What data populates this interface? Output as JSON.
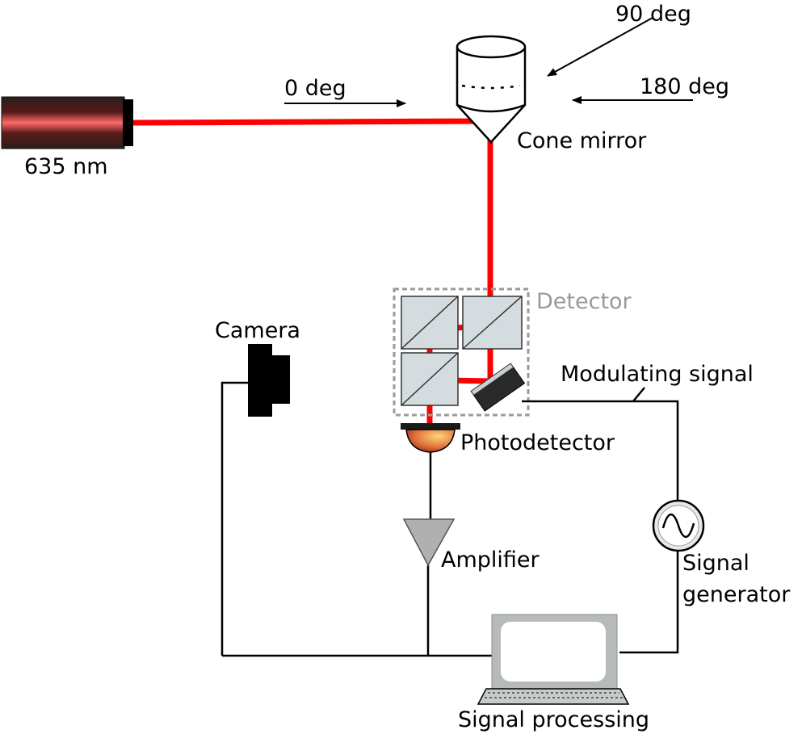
{
  "labels": {
    "laser_wavelength": "635 nm",
    "angle_0": "0 deg",
    "angle_90": "90 deg",
    "angle_180": "180 deg",
    "cone_mirror": "Cone mirror",
    "detector": "Detector",
    "camera": "Camera",
    "modulating_signal": "Modulating signal",
    "photodetector": "Photodetector",
    "amplifier": "Amplifier",
    "signal_generator_line1": "Signal",
    "signal_generator_line2": "generator",
    "signal_processing": "Signal processing"
  },
  "colors": {
    "beam": "#ff0000",
    "detector_box": "#9a9a9a",
    "laser_body": "#2a1d1d",
    "optic_fill": "#d4dce0",
    "monitor": "#b7bbb8",
    "amplifier": "#b0b0b0"
  }
}
